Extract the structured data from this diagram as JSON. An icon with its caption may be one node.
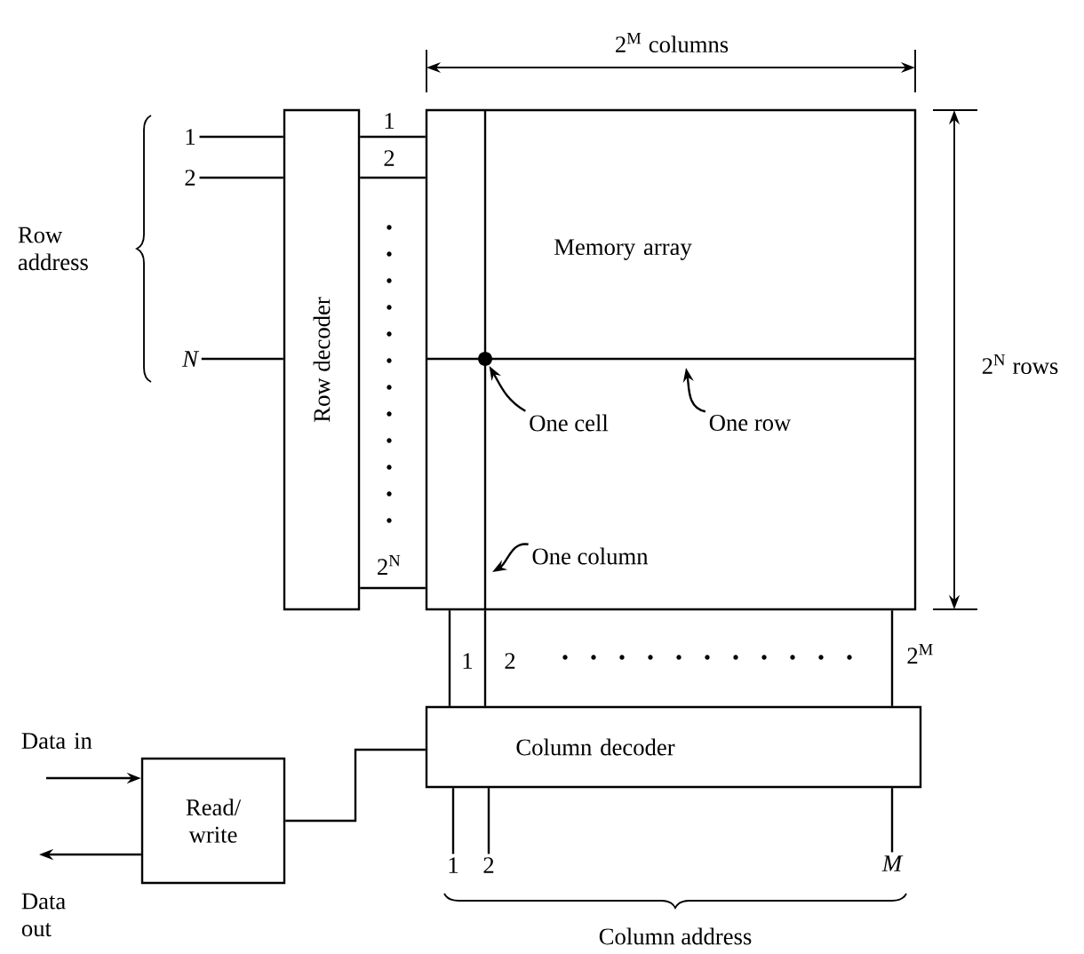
{
  "diagram": {
    "nodes": [
      {
        "text": [
          "Row decoder"
        ]
      },
      {
        "text": [
          "Memory array"
        ]
      },
      {
        "text": [
          "Column decoder"
        ]
      },
      {
        "text": [
          "Read/ write"
        ]
      },
      {
        "text": [
          "Data in"
        ]
      },
      {
        "text": [
          "Data out"
        ]
      },
      {
        "text": [
          "1"
        ]
      },
      {
        "text": [
          "2"
        ]
      },
      {
        "text": [
          "N"
        ]
      },
      {
        "text": [
          "1"
        ]
      },
      {
        "text": [
          "2"
        ]
      },
      {
        "text": [
          "M"
        ]
      },
      {
        "text": [],
        "shape": "circle",
        "in": 1
      },
      {
        "text": [
          "One cell"
        ],
        "in": 1
      },
      {
        "text": [
          "One row"
        ],
        "in": 1
      },
      {
        "text": [
          "One column"
        ],
        "in": 1
      }
    ],
    "edges": [
      {
        "from": 6,
        "to": 0,
        "arrow": "none"
      },
      {
        "from": 7,
        "to": 0,
        "arrow": "none"
      },
      {
        "from": 8,
        "to": 0,
        "arrow": "none"
      },
      {
        "from": 0,
        "to": 1,
        "arrow": "none"
      },
      {
        "from": 0,
        "to": 1,
        "arrow": "none"
      },
      {
        "from": 0,
        "to": 1,
        "arrow": "none"
      },
      {
        "from": 1,
        "to": 2,
        "arrow": "none"
      },
      {
        "from": 1,
        "to": 2,
        "arrow": "none"
      },
      {
        "from": 1,
        "to": 2,
        "arrow": "none"
      },
      {
        "from": 2,
        "to": 9,
        "arrow": "none"
      },
      {
        "from": 2,
        "to": 10,
        "arrow": "none"
      },
      {
        "from": 2,
        "to": 11,
        "arrow": "none"
      },
      {
        "from": 3,
        "to": 2,
        "arrow": "none"
      },
      {
        "from": 4,
        "to": 3,
        "arrow": "to"
      },
      {
        "from": 3,
        "to": 5,
        "arrow": "to"
      },
      {
        "from": 13,
        "to": 12,
        "arrow": "to"
      },
      {
        "from": 14,
        "to": null,
        "arrow": "to"
      },
      {
        "from": 15,
        "to": null,
        "arrow": "to"
      }
    ],
    "labels": [
      "2$^{M}$ columns",
      "1",
      "2",
      "Row address",
      "2$^{N}$ rows",
      "2$^{N}$",
      "1",
      "2",
      "2$^{M}$",
      "Column address"
    ]
  }
}
